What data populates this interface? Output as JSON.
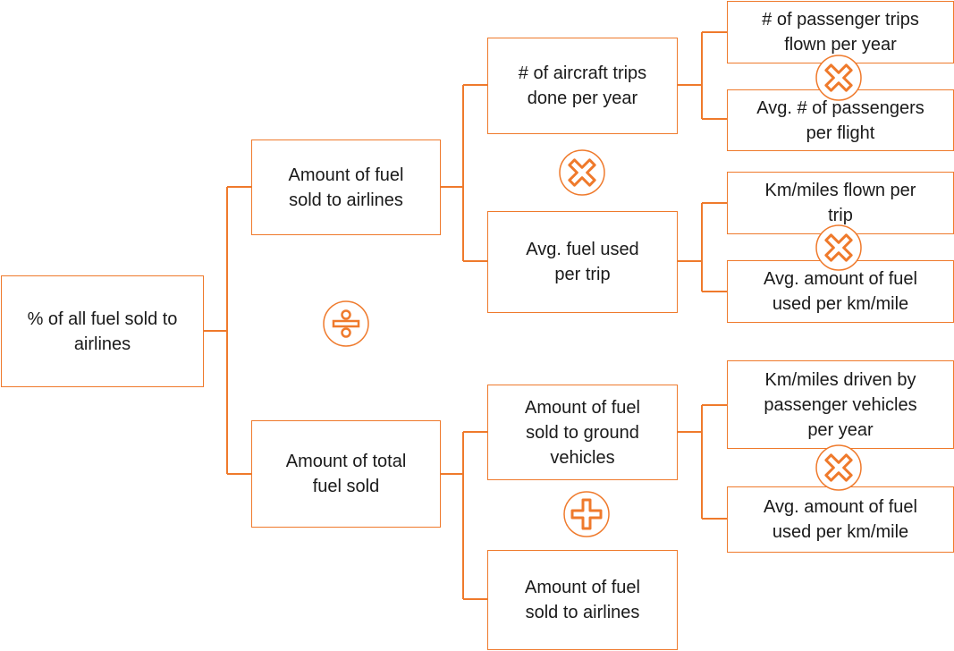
{
  "colors": {
    "accent": "#ef7a2c",
    "accent_fill": "#f7c4a0",
    "text": "#1a1a1a"
  },
  "nodes": {
    "root": "% of all fuel sold to\nairlines",
    "fuel_to_airlines": "Amount of fuel\nsold to airlines",
    "total_fuel_sold": "Amount of total\nfuel sold",
    "aircraft_trips": "# of aircraft trips\ndone per year",
    "avg_fuel_per_trip": "Avg. fuel used\nper trip",
    "fuel_to_ground_vehicles": "Amount of fuel\nsold to ground\nvehicles",
    "fuel_to_airlines_2": "Amount of fuel\nsold to airlines",
    "passenger_trips": "# of passenger trips\nflown per year",
    "avg_passengers": "Avg. # of passengers\nper flight",
    "km_per_trip": "Km/miles flown per\ntrip",
    "avg_fuel_per_km_air": "Avg. amount of fuel\nused per km/mile",
    "km_driven": "Km/miles driven by\npassenger vehicles\nper year",
    "avg_fuel_per_km_ground": "Avg. amount of fuel\nused per km/mile"
  },
  "operators": {
    "divide": "divide-icon",
    "multiply": "multiply-icon",
    "plus": "plus-icon"
  }
}
